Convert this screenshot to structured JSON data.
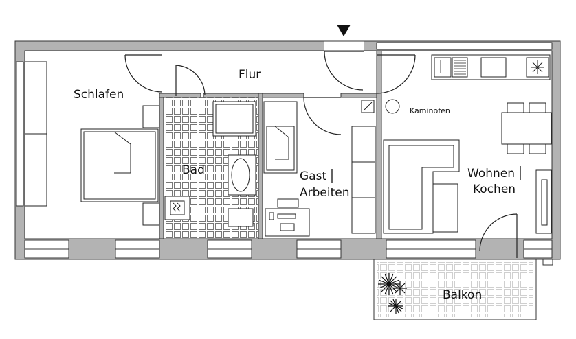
{
  "rooms": {
    "schlafen": "Schlafen",
    "flur": "Flur",
    "bad": "Bad",
    "gast_arbeiten_1": "Gast",
    "gast_arbeiten_2": "Arbeiten",
    "wohnen_kochen_1": "Wohnen",
    "wohnen_kochen_2": "Kochen",
    "balkon": "Balkon"
  },
  "labels": {
    "kaminofen": "Kaminofen"
  },
  "entrance_icon": "entrance-arrow-icon",
  "colors": {
    "wall": "#b3b3b3",
    "line": "#222222",
    "background": "#ffffff"
  }
}
